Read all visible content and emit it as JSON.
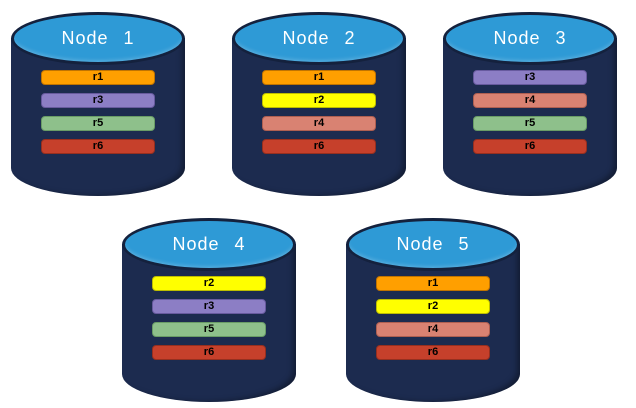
{
  "colors": {
    "background": "#ffffff",
    "cylinder_body": "#1c2b4f",
    "cylinder_outline": "#14213d",
    "cylinder_top": "#2e9ad6",
    "title_text": "#ffffff",
    "bar_text": "#000000"
  },
  "replica_colors": {
    "r1": {
      "fill": "#ff9f00",
      "border": "#c07300"
    },
    "r2": {
      "fill": "#ffff00",
      "border": "#bdbd00"
    },
    "r3": {
      "fill": "#8c7ec5",
      "border": "#675a9e"
    },
    "r4": {
      "fill": "#d98272",
      "border": "#ae5f51"
    },
    "r5": {
      "fill": "#8ec08b",
      "border": "#699c66"
    },
    "r6": {
      "fill": "#c6402b",
      "border": "#962f1f"
    }
  },
  "nodes": [
    {
      "label": "Node 1",
      "replicas": [
        "r1",
        "r3",
        "r5",
        "r6"
      ]
    },
    {
      "label": "Node 2",
      "replicas": [
        "r1",
        "r2",
        "r4",
        "r6"
      ]
    },
    {
      "label": "Node 3",
      "replicas": [
        "r3",
        "r4",
        "r5",
        "r6"
      ]
    },
    {
      "label": "Node 4",
      "replicas": [
        "r2",
        "r3",
        "r5",
        "r6"
      ]
    },
    {
      "label": "Node 5",
      "replicas": [
        "r1",
        "r2",
        "r4",
        "r6"
      ]
    }
  ]
}
